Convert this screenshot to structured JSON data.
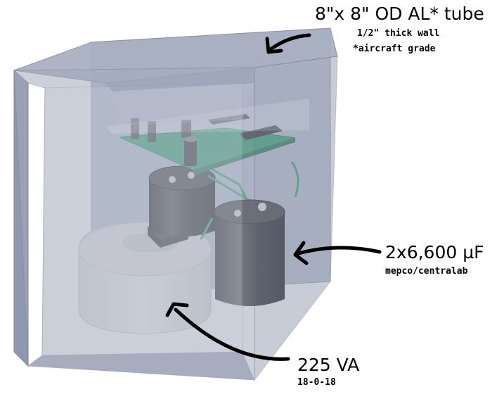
{
  "annotations": {
    "tube": {
      "title": "8\"x 8\" OD AL*  tube",
      "line1": "1/2\" thick wall",
      "line2": "*aircraft grade"
    },
    "capacitors": {
      "title": "2x6,600 µF",
      "line1": "mepco/centralab"
    },
    "transformer": {
      "title": "225 VA",
      "line1": "18-0-18"
    }
  },
  "colors": {
    "enclosure": "#9aa3b8",
    "enclosure_edge": "#7d869c",
    "pcb": "#1f9a5a",
    "capacitor": "#141414",
    "toroid": "#efefed",
    "arrow": "#000000"
  }
}
